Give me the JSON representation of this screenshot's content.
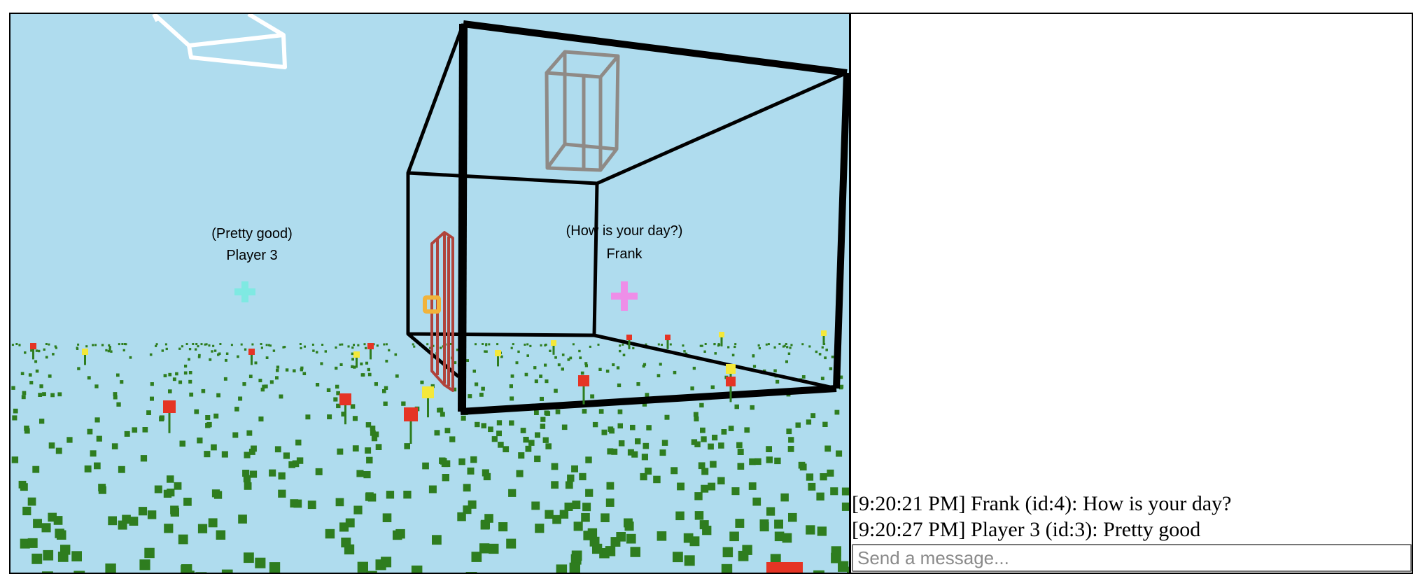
{
  "players": [
    {
      "name": "Player 3",
      "message": "(Pretty good)",
      "color": "#7fe9e2"
    },
    {
      "name": "Frank",
      "message": "(How is your day?)",
      "color": "#ee8ee8"
    }
  ],
  "scene": {
    "sky_color": "#afdcee",
    "grass_color": "#2e7d1f",
    "flower_red": "#e53424",
    "flower_yellow": "#f4e83a",
    "window_frame_color": "#ffffff",
    "box_color": "#888888",
    "door_color": "#b0443c",
    "door_knob_color": "#f2b33a"
  },
  "chat": {
    "messages": [
      "[9:20:21 PM] Frank (id:4): How is your day?",
      "[9:20:27 PM] Player 3 (id:3): Pretty good"
    ],
    "input_value": "",
    "input_placeholder": "Send a message..."
  }
}
